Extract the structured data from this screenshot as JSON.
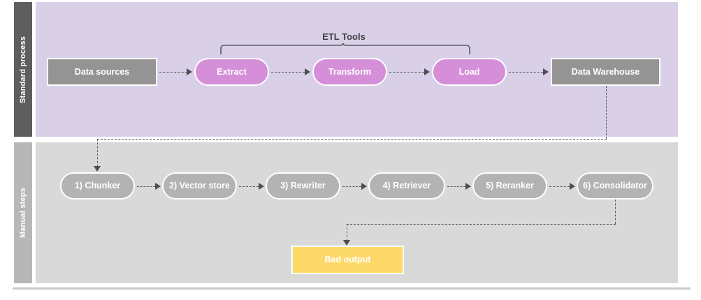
{
  "diagram": {
    "title": "ETL standard process and manual RAG steps",
    "colors": {
      "lane_top_label_bg": "#5e5e5e",
      "lane_top_body_bg": "#d9d0e8",
      "lane_bottom_label_bg": "#b7b7b7",
      "lane_bottom_body_bg": "#d9d9d9",
      "node_gray": "#949494",
      "node_violet": "#d58fd9",
      "node_pill_gray": "#b3b3b3",
      "node_yellow": "#fcd968",
      "connector": "#5a5a5a",
      "bracket": "#5a5a5a"
    }
  },
  "lanes": {
    "top": {
      "label": "Standard process"
    },
    "bottom": {
      "label": "Manual steps"
    }
  },
  "annotations": {
    "etl_bracket_label": "ETL Tools"
  },
  "top_row": {
    "nodes": [
      {
        "id": "data-sources",
        "label": "Data sources",
        "shape": "rect",
        "style": "gray"
      },
      {
        "id": "extract",
        "label": "Extract",
        "shape": "pill",
        "style": "violet"
      },
      {
        "id": "transform",
        "label": "Transform",
        "shape": "pill",
        "style": "violet"
      },
      {
        "id": "load",
        "label": "Load",
        "shape": "pill",
        "style": "violet"
      },
      {
        "id": "data-warehouse",
        "label": "Data Warehouse",
        "shape": "rect",
        "style": "gray"
      }
    ]
  },
  "bottom_row": {
    "nodes": [
      {
        "id": "chunker",
        "label": "1) Chunker",
        "shape": "pill",
        "style": "pill-gray"
      },
      {
        "id": "vector-store",
        "label": "2) Vector store",
        "shape": "pill",
        "style": "pill-gray"
      },
      {
        "id": "rewriter",
        "label": "3) Rewriter",
        "shape": "pill",
        "style": "pill-gray"
      },
      {
        "id": "retriever",
        "label": "4) Retriever",
        "shape": "pill",
        "style": "pill-gray"
      },
      {
        "id": "reranker",
        "label": "5) Reranker",
        "shape": "pill",
        "style": "pill-gray"
      },
      {
        "id": "consolidator",
        "label": "6) Consolidator",
        "shape": "pill",
        "style": "pill-gray"
      }
    ],
    "output": {
      "id": "bad-output",
      "label": "Bad output",
      "shape": "rect",
      "style": "yellow"
    }
  },
  "edges": [
    {
      "from": "data-sources",
      "to": "extract",
      "style": "dashed"
    },
    {
      "from": "extract",
      "to": "transform",
      "style": "dashed"
    },
    {
      "from": "transform",
      "to": "load",
      "style": "dashed"
    },
    {
      "from": "load",
      "to": "data-warehouse",
      "style": "dashed"
    },
    {
      "from": "data-warehouse",
      "to": "chunker",
      "style": "dashed"
    },
    {
      "from": "chunker",
      "to": "vector-store",
      "style": "dashed"
    },
    {
      "from": "vector-store",
      "to": "rewriter",
      "style": "dashed"
    },
    {
      "from": "rewriter",
      "to": "retriever",
      "style": "dashed"
    },
    {
      "from": "retriever",
      "to": "reranker",
      "style": "dashed"
    },
    {
      "from": "reranker",
      "to": "consolidator",
      "style": "dashed"
    },
    {
      "from": "consolidator",
      "to": "bad-output",
      "style": "dashed"
    }
  ]
}
